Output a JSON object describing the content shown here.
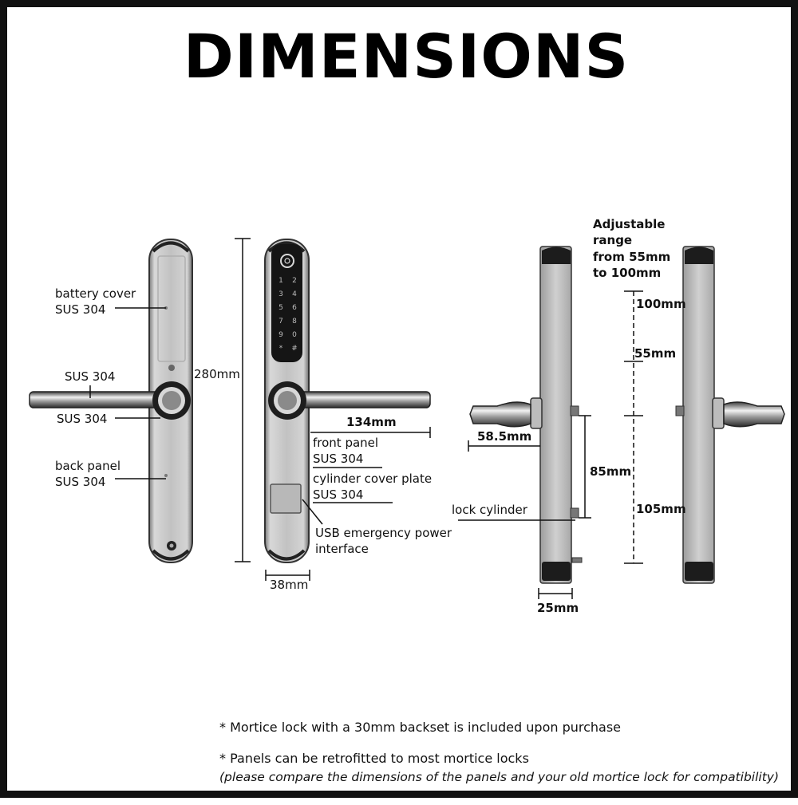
{
  "title": "DIMENSIONS",
  "labels": {
    "battery_cover": "battery cover",
    "battery_cover_material": "SUS 304",
    "handle_material_top": "SUS 304",
    "handle_material_bottom": "SUS 304",
    "back_panel": "back panel",
    "back_panel_material": "SUS 304",
    "height": "280mm",
    "width": "38mm",
    "lever_length": "134mm",
    "front_panel": "front panel",
    "front_panel_material": "SUS 304",
    "cylinder_cover_plate": "cylinder cover plate",
    "cylinder_cover_material": "SUS 304",
    "usb_line1": "USB emergency power",
    "usb_line2": "interface",
    "adjustable_line1": "Adjustable",
    "adjustable_line2": "range",
    "adjustable_line3": "from 55mm",
    "adjustable_line4": "to 100mm",
    "range_max": "100mm",
    "range_min": "55mm",
    "spindle": "58.5mm",
    "cylinder_distance": "85mm",
    "lock_cylinder": "lock cylinder",
    "lower_distance": "105mm",
    "thickness": "25mm"
  },
  "keypad": [
    "1",
    "2",
    "3",
    "4",
    "5",
    "6",
    "7",
    "8",
    "9",
    "0",
    "*",
    "#"
  ],
  "notes": {
    "note1": "* Mortice lock with a 30mm backset is included upon purchase",
    "note2": "* Panels can be retrofitted to most mortice locks",
    "note3": "(please compare the dimensions of the panels and your old mortice lock for compatibility)"
  },
  "colors": {
    "frame": "#111111",
    "metal": "#c4c4c4",
    "keypad_glass": "#151515"
  }
}
